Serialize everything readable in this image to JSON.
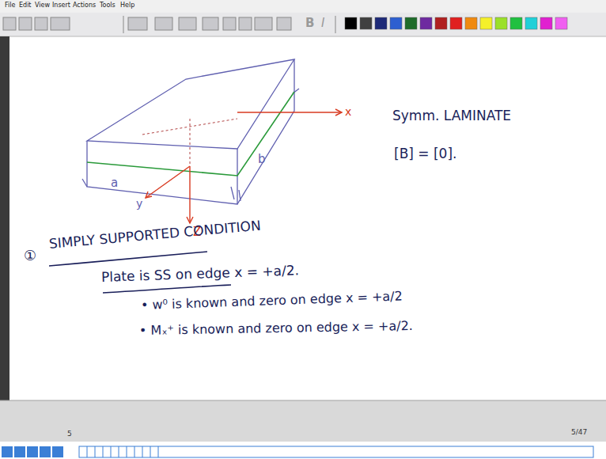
{
  "diagram": {
    "labels": [
      "File",
      "Edit",
      "View",
      "Insert",
      "Actions",
      "Tools",
      "Help",
      "B",
      "I",
      "x",
      "y",
      "Z",
      "a",
      "b",
      "Symm. LAMINATE",
      "[B] = [0].",
      "①",
      "SIMPLY SUPPORTED CONDITION",
      "Plate is SS on edge x = +a/2.",
      "• w⁰ is known and zero on edge x = +a/2",
      "• Mₓ⁺ is known and zero on edge x = +a/2.",
      "5/47",
      "5"
    ]
  }
}
